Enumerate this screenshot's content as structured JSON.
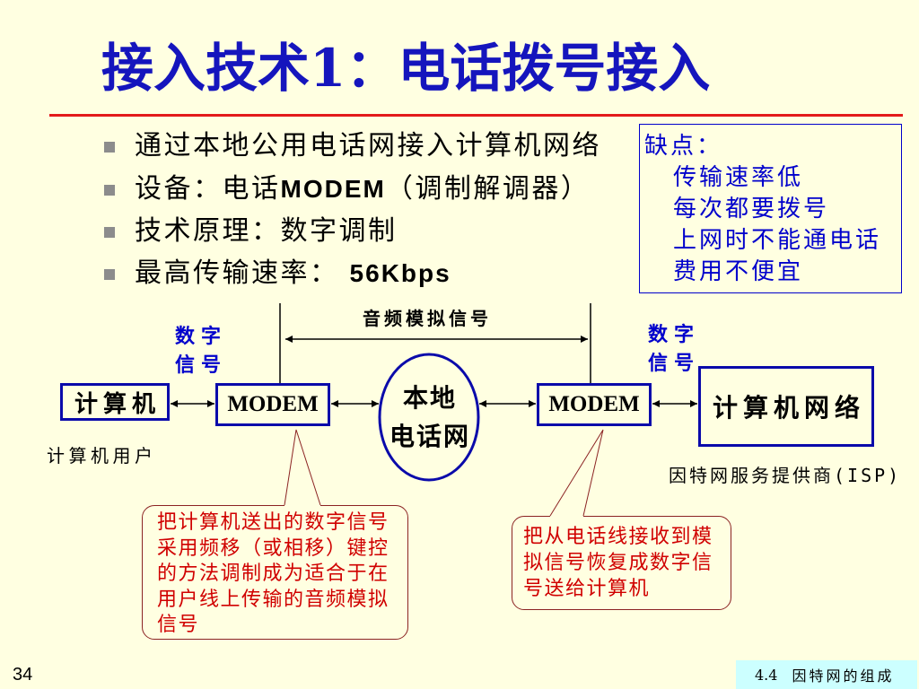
{
  "slide_title": "接入技术1：电话拨号接入",
  "bullet_icon": "square-bullet-icon",
  "bullets": [
    {
      "parts": [
        "通过本地公用电话网接入计算机网络"
      ]
    },
    {
      "parts": [
        "设备：电话",
        "MODEM",
        "（调制解调器）"
      ]
    },
    {
      "parts": [
        "技术原理：数字调制"
      ]
    },
    {
      "parts": [
        "最高传输速率： ",
        "56Kbps"
      ]
    }
  ],
  "disadvantages": {
    "heading": "缺点：",
    "items": [
      "传输速率低",
      "每次都要拨号",
      "上网时不能通电话",
      "费用不便宜"
    ]
  },
  "diagram": {
    "analog_signal_label": "音频模拟信号",
    "digital_signal_left": [
      "数字",
      "信号"
    ],
    "digital_signal_right": [
      "数字",
      "信号"
    ],
    "computer": "计算机",
    "modem_left": "MODEM",
    "phone_network": [
      "本地",
      "电话网"
    ],
    "modem_right": "MODEM",
    "computer_network": "计算机网络",
    "computer_user_caption": "计算机用户",
    "isp_caption": "因特网服务提供商(ISP)",
    "modulation_callout": [
      "把计算机送出的数字信号",
      "采用频移（或相移）键控",
      "的方法调制成为适合于在",
      "用户线上传输的音频模拟",
      "信号"
    ],
    "demodulation_callout": [
      "把从电话线接收到模",
      "拟信号恢复成数字信",
      "号送给计算机"
    ]
  },
  "footer": {
    "page_number": "34",
    "section_number": "4.4",
    "section_title": "因特网的组成"
  },
  "colors": {
    "background": "#FFFFE1",
    "title": "#1515BD",
    "rule": "#E31B1B",
    "bullet": "#8C8C8C",
    "label_blue": "#0000CC",
    "node_border": "#0A0AAA",
    "callout_text": "#D00000",
    "callout_border": "#8B2323",
    "badge": "#CCFFFF"
  }
}
